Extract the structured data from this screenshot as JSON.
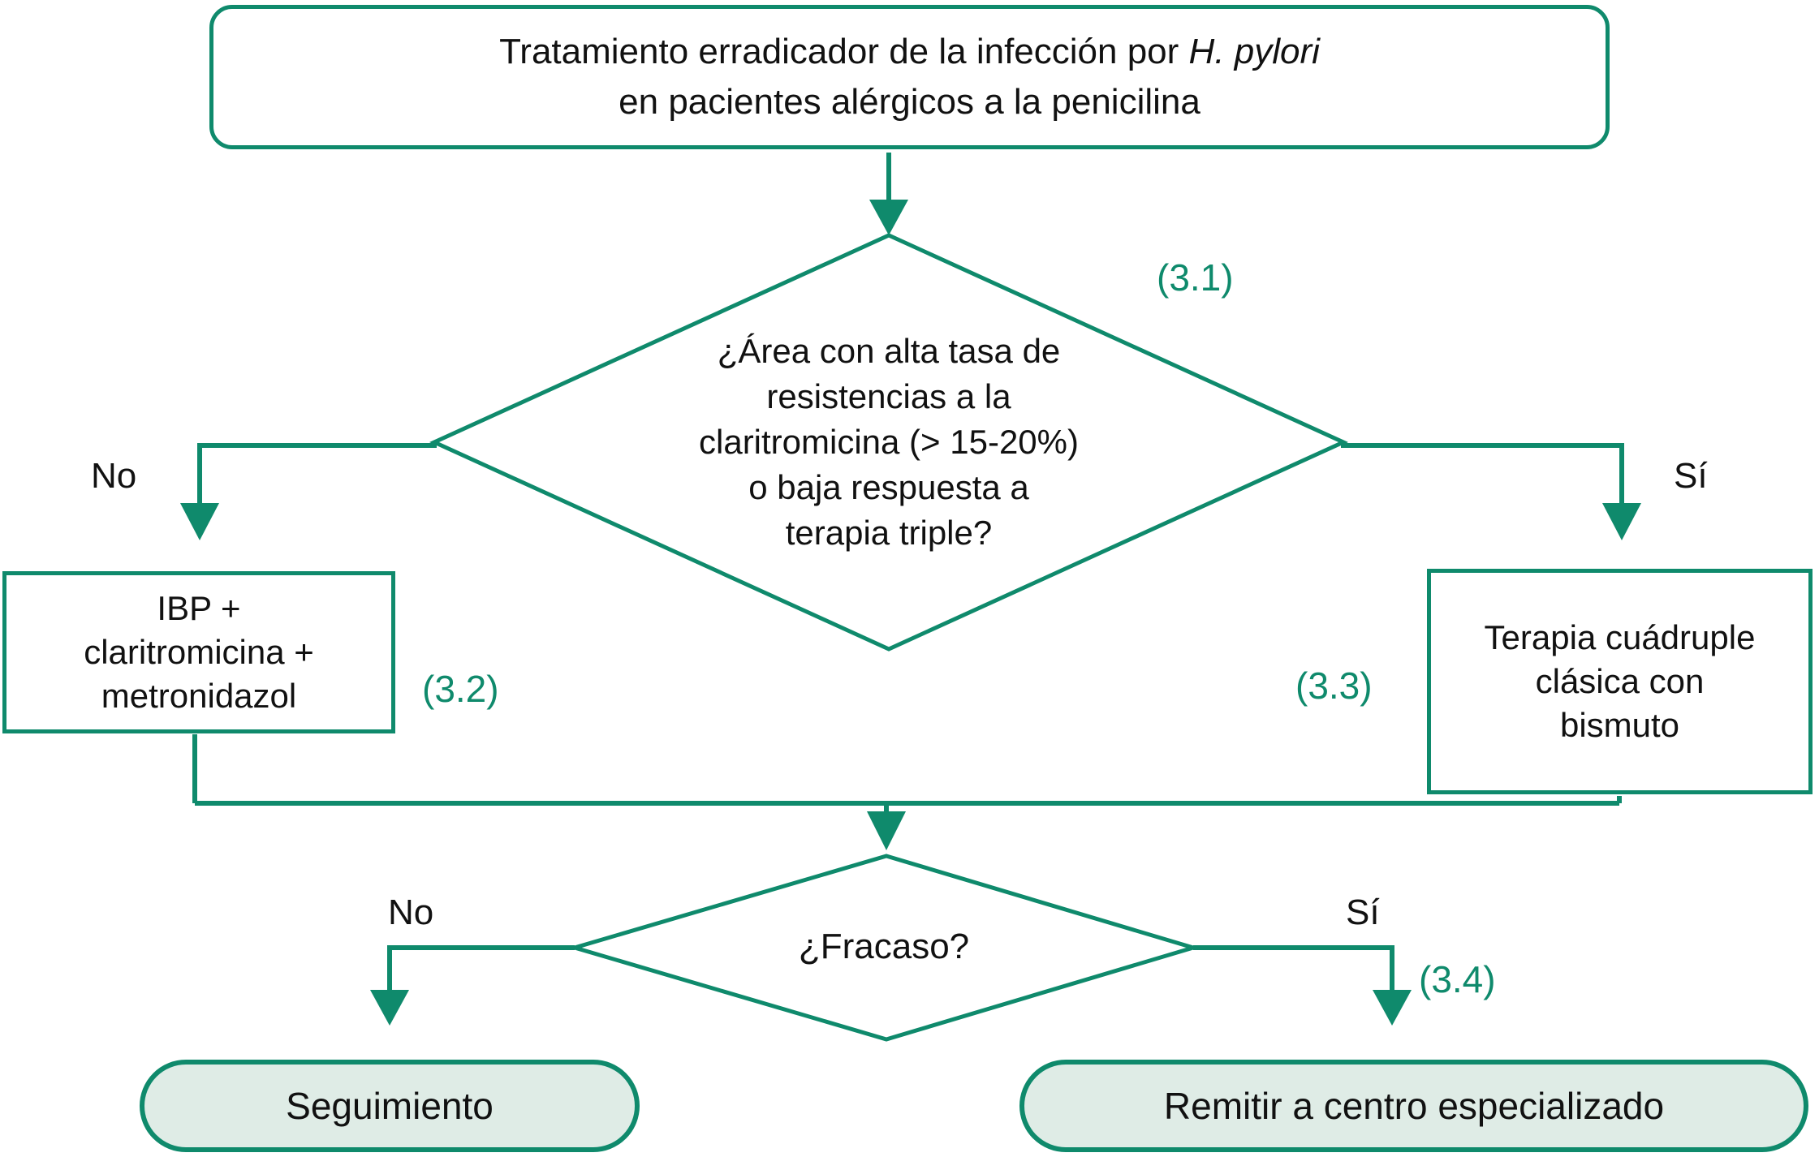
{
  "colors": {
    "accent": "#0f8a6c",
    "pill_fill": "#dfece6",
    "text": "#111111"
  },
  "title": {
    "line1_prefix": "Tratamiento erradicador de la infección por ",
    "line1_italic": "H. pylori",
    "line2": "en pacientes alérgicos a la penicilina"
  },
  "decision1": {
    "ref": "(3.1)",
    "lines": [
      "¿Área con alta tasa de",
      "resistencias a la",
      "claritromicina (> 15-20%)",
      "o baja respuesta a",
      "terapia triple?"
    ],
    "no_label": "No",
    "yes_label": "Sí"
  },
  "box_no": {
    "ref": "(3.2)",
    "lines": [
      "IBP +",
      "claritromicina +",
      "metronidazol"
    ]
  },
  "box_yes": {
    "ref": "(3.3)",
    "lines": [
      "Terapia cuádruple",
      "clásica con",
      "bismuto"
    ]
  },
  "decision2": {
    "ref": "(3.4)",
    "question": "¿Fracaso?",
    "no_label": "No",
    "yes_label": "Sí"
  },
  "outcome_no": "Seguimiento",
  "outcome_yes": "Remitir a centro especializado"
}
